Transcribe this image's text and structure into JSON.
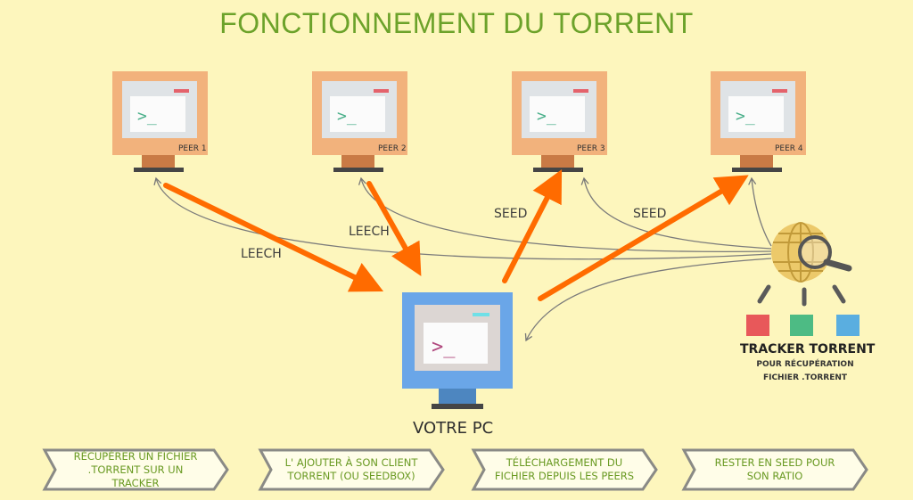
{
  "title": "FONCTIONNEMENT DU TORRENT",
  "peers": [
    {
      "label": "PEER 1"
    },
    {
      "label": "PEER 2"
    },
    {
      "label": "PEER 3"
    },
    {
      "label": "PEER 4"
    }
  ],
  "flows": {
    "leech1": "LEECH",
    "leech2": "LEECH",
    "seed1": "SEED",
    "seed2": "SEED"
  },
  "pc": {
    "label": "VOTRE PC"
  },
  "tracker": {
    "title": "TRACKER TORRENT",
    "subtitle_line1": "POUR RÉCUPÉRATION",
    "subtitle_line2": "FICHIER .TORRENT"
  },
  "terminal_prompt": ">_",
  "steps": [
    {
      "line1": "RÉCUPÉRER UN FICHIER",
      "line2": ".TORRENT SUR UN TRACKER"
    },
    {
      "line1": "L' AJOUTER À SON CLIENT",
      "line2": "TORRENT (OU SEEDBOX)"
    },
    {
      "line1": "TÉLÉCHARGEMENT DU",
      "line2": "FICHIER DEPUIS LES PEERS"
    },
    {
      "line1": "RESTER EN SEED POUR",
      "line2": "SON RATIO"
    }
  ],
  "colors": {
    "background": "#fdf6bd",
    "accent_green": "#6ca22a",
    "arrow_orange": "#ff6b00",
    "peer_frame": "#f2b27c",
    "pc_frame": "#6aa6e8",
    "tracker_red": "#e8585a",
    "tracker_green": "#4dbb84",
    "tracker_blue": "#5aaee0"
  }
}
